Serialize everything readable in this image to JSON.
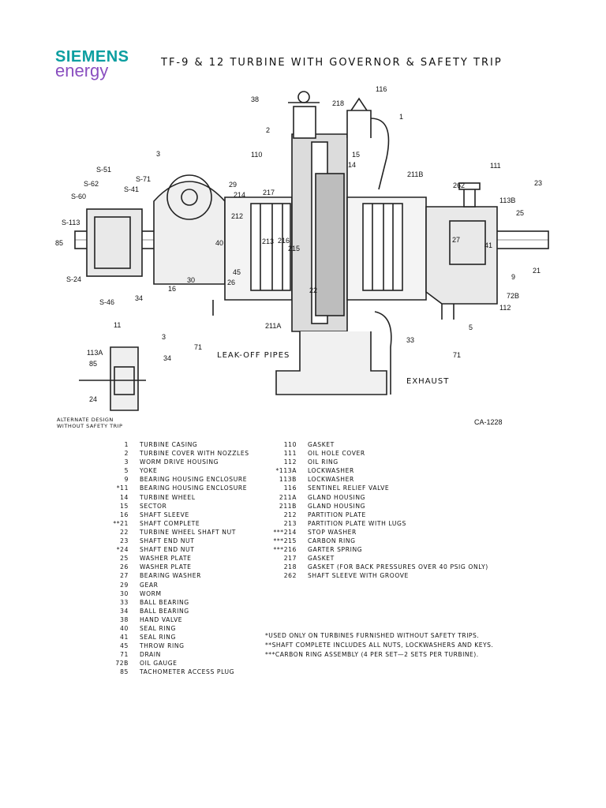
{
  "logo": {
    "line1": "SIEMENS",
    "line2": "energy",
    "teal": "#0b9ea0",
    "purple": "#8a4fc0"
  },
  "title": "TF-9 & 12  TURBINE WITH GOVERNOR & SAFETY TRIP",
  "drawing": {
    "callouts": [
      "38",
      "218",
      "116",
      "1",
      "2",
      "15",
      "14",
      "3",
      "110",
      "211B",
      "111",
      "262",
      "23",
      "113B",
      "25",
      "S-51",
      "S-62",
      "S-71",
      "S-41",
      "S-60",
      "29",
      "214",
      "217",
      "212",
      "S-113",
      "85",
      "40",
      "213",
      "216",
      "215",
      "27",
      "41",
      "S-24",
      "30",
      "26",
      "45",
      "9",
      "21",
      "S-46",
      "34",
      "16",
      "22",
      "72B",
      "112",
      "11",
      "211A",
      "33",
      "5",
      "113A",
      "3",
      "71",
      "34",
      "85",
      "24",
      "71"
    ],
    "leak_off": "LEAK-OFF PIPES",
    "exhaust": "EXHAUST",
    "drawing_no": "CA-1228",
    "alternate": [
      "ALTERNATE DESIGN",
      "WITHOUT SAFETY TRIP"
    ]
  },
  "parts_left": [
    {
      "num": "1",
      "desc": "TURBINE CASING"
    },
    {
      "num": "2",
      "desc": "TURBINE COVER WITH NOZZLES"
    },
    {
      "num": "3",
      "desc": "WORM DRIVE HOUSING"
    },
    {
      "num": "5",
      "desc": "YOKE"
    },
    {
      "num": "9",
      "desc": "BEARING HOUSING ENCLOSURE"
    },
    {
      "num": "*11",
      "desc": "BEARING HOUSING ENCLOSURE"
    },
    {
      "num": "14",
      "desc": "TURBINE WHEEL"
    },
    {
      "num": "15",
      "desc": "SECTOR"
    },
    {
      "num": "16",
      "desc": "SHAFT SLEEVE"
    },
    {
      "num": "**21",
      "desc": "SHAFT COMPLETE"
    },
    {
      "num": "22",
      "desc": "TURBINE WHEEL SHAFT NUT"
    },
    {
      "num": "23",
      "desc": "SHAFT END NUT"
    },
    {
      "num": "*24",
      "desc": "SHAFT END NUT"
    },
    {
      "num": "25",
      "desc": "WASHER PLATE"
    },
    {
      "num": "26",
      "desc": "WASHER PLATE"
    },
    {
      "num": "27",
      "desc": "BEARING WASHER"
    },
    {
      "num": "29",
      "desc": "GEAR"
    },
    {
      "num": "30",
      "desc": "WORM"
    },
    {
      "num": "33",
      "desc": "BALL BEARING"
    },
    {
      "num": "34",
      "desc": "BALL BEARING"
    },
    {
      "num": "38",
      "desc": "HAND VALVE"
    },
    {
      "num": "40",
      "desc": "SEAL RING"
    },
    {
      "num": "41",
      "desc": "SEAL RING"
    },
    {
      "num": "45",
      "desc": "THROW RING"
    },
    {
      "num": "71",
      "desc": "DRAIN"
    },
    {
      "num": "72B",
      "desc": "OIL GAUGE"
    },
    {
      "num": "85",
      "desc": "TACHOMETER ACCESS PLUG"
    }
  ],
  "parts_right": [
    {
      "num": "110",
      "desc": "GASKET"
    },
    {
      "num": "111",
      "desc": "OIL HOLE COVER"
    },
    {
      "num": "112",
      "desc": "OIL RING"
    },
    {
      "num": "*113A",
      "desc": "LOCKWASHER"
    },
    {
      "num": "113B",
      "desc": "LOCKWASHER"
    },
    {
      "num": "116",
      "desc": "SENTINEL RELIEF VALVE"
    },
    {
      "num": "211A",
      "desc": "GLAND HOUSING"
    },
    {
      "num": "211B",
      "desc": "GLAND HOUSING"
    },
    {
      "num": "212",
      "desc": "PARTITION PLATE"
    },
    {
      "num": "213",
      "desc": "PARTITION PLATE WITH LUGS"
    },
    {
      "num": "***214",
      "desc": "STOP WASHER"
    },
    {
      "num": "***215",
      "desc": "CARBON RING"
    },
    {
      "num": "***216",
      "desc": "GARTER SPRING"
    },
    {
      "num": "217",
      "desc": "GASKET"
    },
    {
      "num": "218",
      "desc": "GASKET (FOR BACK PRESSURES OVER 40 PSIG ONLY)"
    },
    {
      "num": "262",
      "desc": "SHAFT SLEEVE WITH GROOVE"
    }
  ],
  "notes": [
    "*USED ONLY ON TURBINES FURNISHED WITHOUT SAFETY TRIPS.",
    "**SHAFT COMPLETE INCLUDES ALL NUTS, LOCKWASHERS AND KEYS.",
    "***CARBON RING ASSEMBLY (4 PER SET—2 SETS PER TURBINE)."
  ]
}
